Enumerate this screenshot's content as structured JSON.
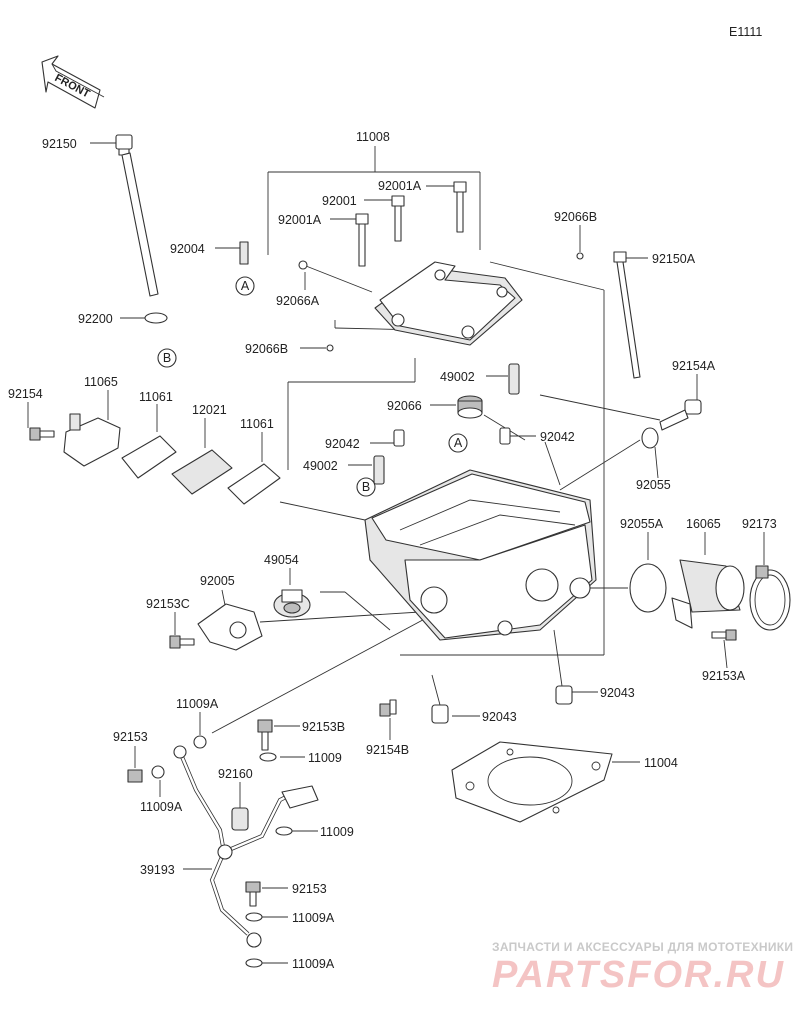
{
  "diagram_id": "E1111",
  "front_label": "FRONT",
  "labels": {
    "p92150": "92150",
    "p11008": "11008",
    "p92001A_top": "92001A",
    "p92001": "92001",
    "p92001A_left": "92001A",
    "p92066B_top": "92066B",
    "p92004": "92004",
    "p92150A": "92150A",
    "p92066A": "92066A",
    "p92200": "92200",
    "p92066B_left": "92066B",
    "p49002_top": "49002",
    "p92154A": "92154A",
    "p92154": "92154",
    "p11065": "11065",
    "p11061_a": "11061",
    "p12021": "12021",
    "p11061_b": "11061",
    "p92066": "92066",
    "p92042_right": "92042",
    "p92042_left": "92042",
    "p49002_mid": "49002",
    "p92055": "92055",
    "p92055A": "92055A",
    "p16065": "16065",
    "p92173": "92173",
    "p49054": "49054",
    "p92005": "92005",
    "p92153C": "92153C",
    "p92153A": "92153A",
    "p11009A_top": "11009A",
    "p92153B": "92153B",
    "p92043_right": "92043",
    "p92043_left": "92043",
    "p92153_left": "92153",
    "p11009_a": "11009",
    "p92154B": "92154B",
    "p11004": "11004",
    "p92160": "92160",
    "p11009A_mid": "11009A",
    "p11009_b": "11009",
    "p39193": "39193",
    "p92153_bottom": "92153",
    "p11009A_low": "11009A",
    "p11009A_bottom": "11009A"
  },
  "callouts": {
    "A_bolt": "A",
    "B_washer": "B",
    "A_head": "A",
    "B_head": "B"
  },
  "watermark": {
    "line1": "ЗАПЧАСТИ И АКСЕССУАРЫ ДЛЯ МОТОТЕХНИКИ",
    "line2": "PARTSFOR.RU"
  }
}
